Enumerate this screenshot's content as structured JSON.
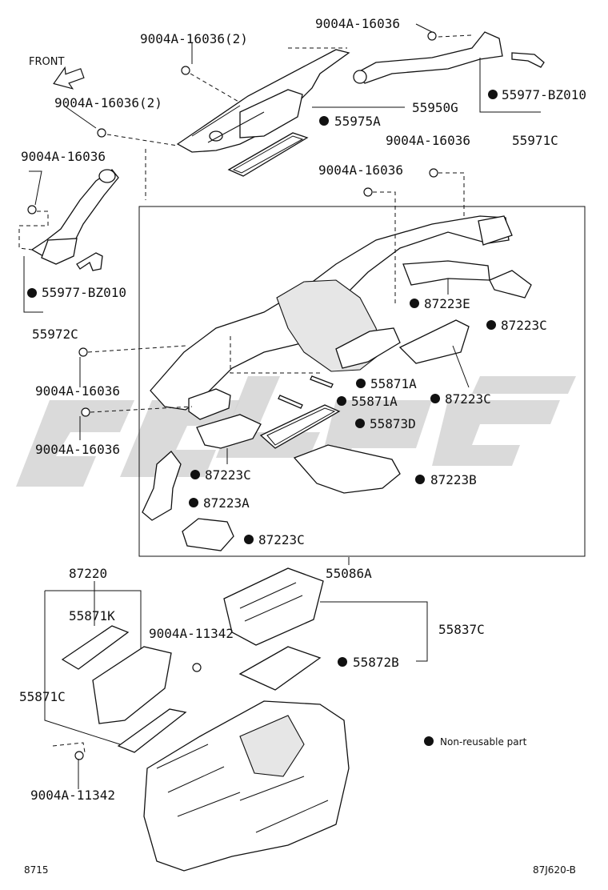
{
  "orientation_label": "FRONT",
  "legend": {
    "text": "Non-reusable part"
  },
  "footer": {
    "left_code": "8715",
    "right_code": "87J620-B"
  },
  "part_labels": {
    "bolt_top_right": "9004A-16036",
    "bolt_top_mid": "9004A-16036(2)",
    "bolt_left_upper": "9004A-16036(2)",
    "bolt_left_duct": "9004A-16036",
    "duct_main": "55950G",
    "gasket_top": "55975A",
    "right_duct_clip": "55977-BZ010",
    "right_duct": "55971C",
    "bolt_right_side": "9004A-16036",
    "bolt_center": "9004A-16036",
    "left_duct_clip": "55977-BZ010",
    "left_duct": "55972C",
    "pad_e": "87223E",
    "pad_c_right": "87223C",
    "seal_a1": "55871A",
    "seal_a2": "55871A",
    "pad_c_mid": "87223C",
    "gasket_d": "55873D",
    "bolt_left_lower1": "9004A-16036",
    "bolt_left_lower2": "9004A-16036",
    "pad_c_left": "87223C",
    "pad_b": "87223B",
    "pad_a": "87223A",
    "pad_c_bottom": "87223C",
    "assembly": "55086A",
    "filter_case": "87220",
    "seal_k": "55871K",
    "bolt_filter": "9004A-11342",
    "seal_c": "55871C",
    "bolt_bottom": "9004A-11342",
    "cover": "55837C",
    "gasket_b": "55872B"
  }
}
